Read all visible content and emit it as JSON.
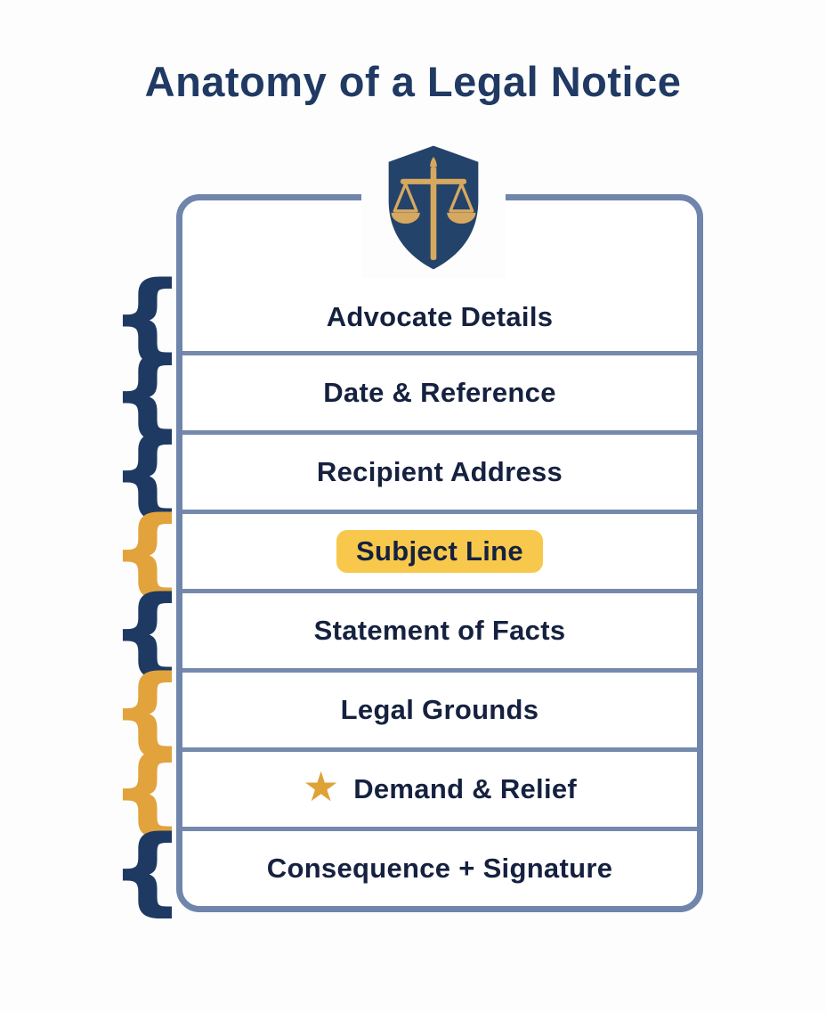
{
  "title": "Anatomy of a Legal Notice",
  "glyphs": {
    "brace": "{",
    "star": "★"
  },
  "colors": {
    "title_navy": "#203a63",
    "row_text_navy": "#15213f",
    "brace_navy": "#1e3a63",
    "brace_gold": "#e2a33c",
    "box_border": "#6f85ab",
    "divider": "#7589ad",
    "highlight_yellow": "#f7c84b",
    "star_gold": "#dfa236",
    "shield_navy": "#24436a",
    "scales_gold": "#d6a860"
  },
  "rows": [
    {
      "label": "Advocate Details",
      "brace": "navy",
      "highlight": false,
      "star": false
    },
    {
      "label": "Date & Reference",
      "brace": "navy",
      "highlight": false,
      "star": false
    },
    {
      "label": "Recipient Address",
      "brace": "navy",
      "highlight": false,
      "star": false
    },
    {
      "label": "Subject Line",
      "brace": "gold",
      "highlight": true,
      "star": false
    },
    {
      "label": "Statement of Facts",
      "brace": "navy",
      "highlight": false,
      "star": false
    },
    {
      "label": "Legal Grounds",
      "brace": "gold",
      "highlight": false,
      "star": false
    },
    {
      "label": "Demand & Relief",
      "brace": "gold",
      "highlight": false,
      "star": true
    },
    {
      "label": "Consequence + Signature",
      "brace": "navy",
      "highlight": false,
      "star": false
    }
  ]
}
